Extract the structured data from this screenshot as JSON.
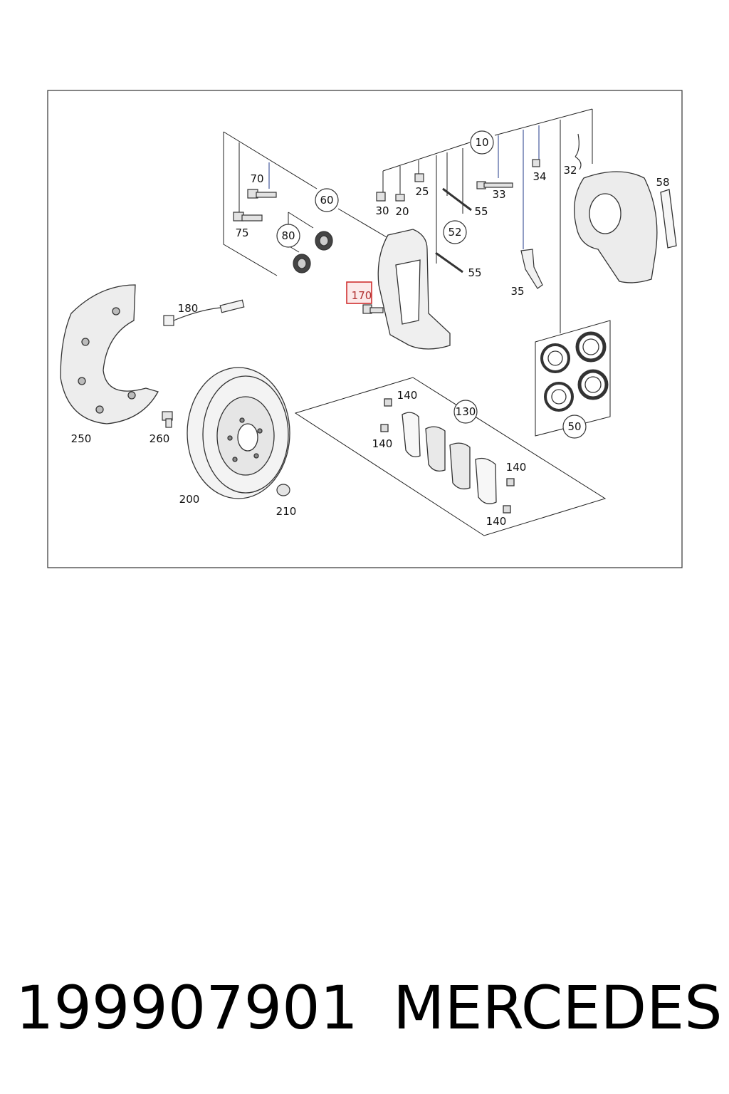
{
  "diagram": {
    "callouts_circled": [
      "10",
      "60",
      "80",
      "52",
      "130",
      "50"
    ],
    "callouts_plain": [
      "70",
      "75",
      "30",
      "20",
      "25",
      "33",
      "34",
      "32",
      "58",
      "55",
      "55",
      "35",
      "170",
      "180",
      "250",
      "260",
      "200",
      "210",
      "140",
      "140",
      "140",
      "140"
    ],
    "highlighted_callout": "170",
    "highlight_color": "#d03030"
  },
  "footer": {
    "part_number": "199907901",
    "brand": "MERCEDES"
  }
}
